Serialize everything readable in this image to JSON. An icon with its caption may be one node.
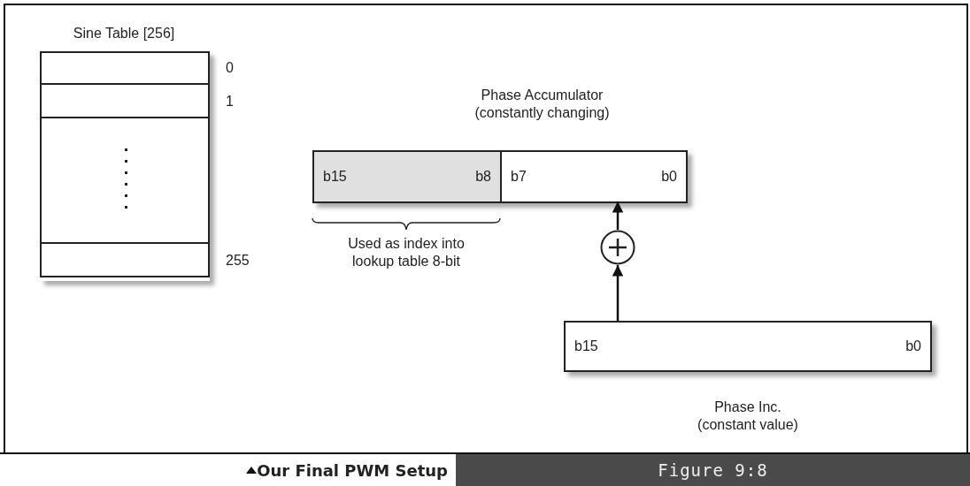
{
  "diagram": {
    "caption": "Our Final PWM Setup",
    "nodes": [
      {
        "text": [
          "Sine Table [256]"
        ]
      },
      {
        "text": [],
        "shape": "box",
        "in": 0,
        "beside": [
          "0"
        ]
      },
      {
        "text": [],
        "shape": "box",
        "in": 0,
        "beside": [
          "1"
        ]
      },
      {
        "text": [],
        "shape": "box",
        "in": 0
      },
      {
        "text": [],
        "shape": "box",
        "in": 0,
        "beside": [
          "255"
        ]
      },
      {
        "text": [
          "Phase Accumulator (constantly changing)"
        ]
      },
      {
        "text": [
          "b15",
          "b8"
        ],
        "in": 5
      },
      {
        "text": [
          "b7",
          "b0"
        ],
        "in": 5
      },
      {
        "text": [],
        "shape": "circle"
      },
      {
        "text": [
          "b15",
          "b0"
        ],
        "beside": [
          "Phase Inc. (constant value)"
        ]
      }
    ],
    "edges": [
      {
        "from": 9,
        "to": 8,
        "arrow": "to"
      },
      {
        "from": 8,
        "to": 7,
        "arrow": "to"
      }
    ],
    "labels": [
      "Used as index into lookup table 8-bit",
      "Figure 9:8"
    ]
  }
}
